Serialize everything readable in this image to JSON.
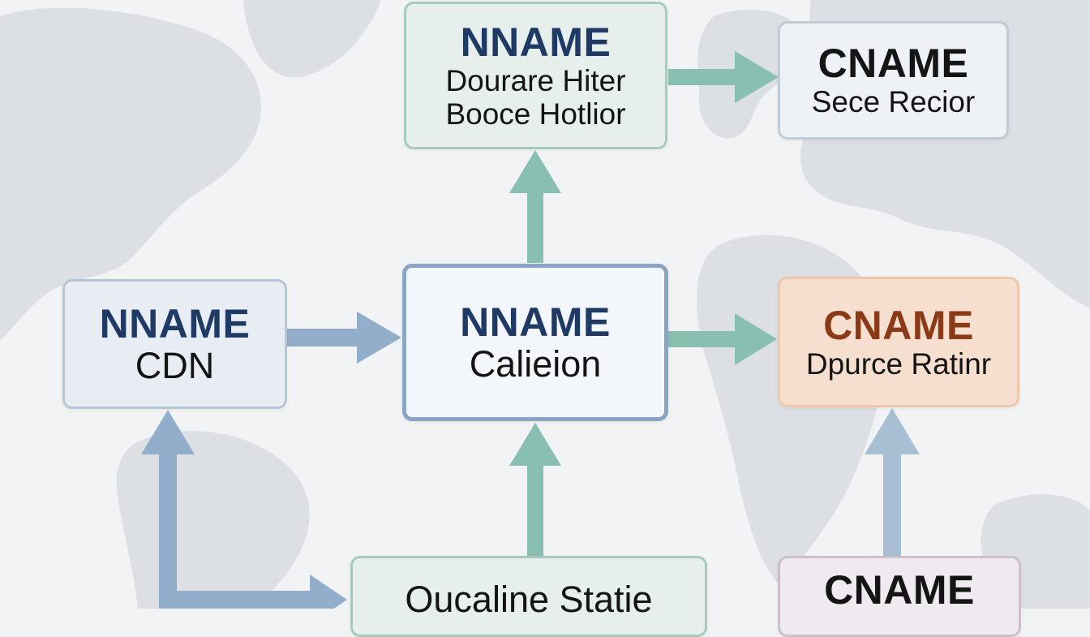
{
  "diagram": {
    "nodes": {
      "top": {
        "title": "NNAME",
        "line1": "Dourare Hiter",
        "line2": "Booce Hotlior"
      },
      "top_right": {
        "title": "CNAME",
        "subtitle": "Sece Recior"
      },
      "left": {
        "title": "NNAME",
        "subtitle": "CDN"
      },
      "center": {
        "title": "NNAME",
        "subtitle": "Calieion"
      },
      "right": {
        "title": "CNAME",
        "subtitle": "Dpurce Ratinr"
      },
      "bottom": {
        "subtitle": "Oucaline Statie"
      },
      "bottom_right": {
        "title": "CNAME"
      }
    },
    "edges": [
      {
        "from": "top",
        "to": "top_right"
      },
      {
        "from": "center",
        "to": "top"
      },
      {
        "from": "left",
        "to": "center"
      },
      {
        "from": "center",
        "to": "right"
      },
      {
        "from": "bottom",
        "to": "center"
      },
      {
        "from": "bottom_right",
        "to": "right"
      },
      {
        "from": "left",
        "to": "bottom"
      }
    ],
    "colors": {
      "teal_arrow": "#88bfb1",
      "blue_arrow": "#93aecb",
      "blue_title": "#1f3a64",
      "orange_title": "#8b3a17",
      "map_land": "#d9dde2",
      "background": "#f1f3f5"
    },
    "background": "world-map"
  }
}
